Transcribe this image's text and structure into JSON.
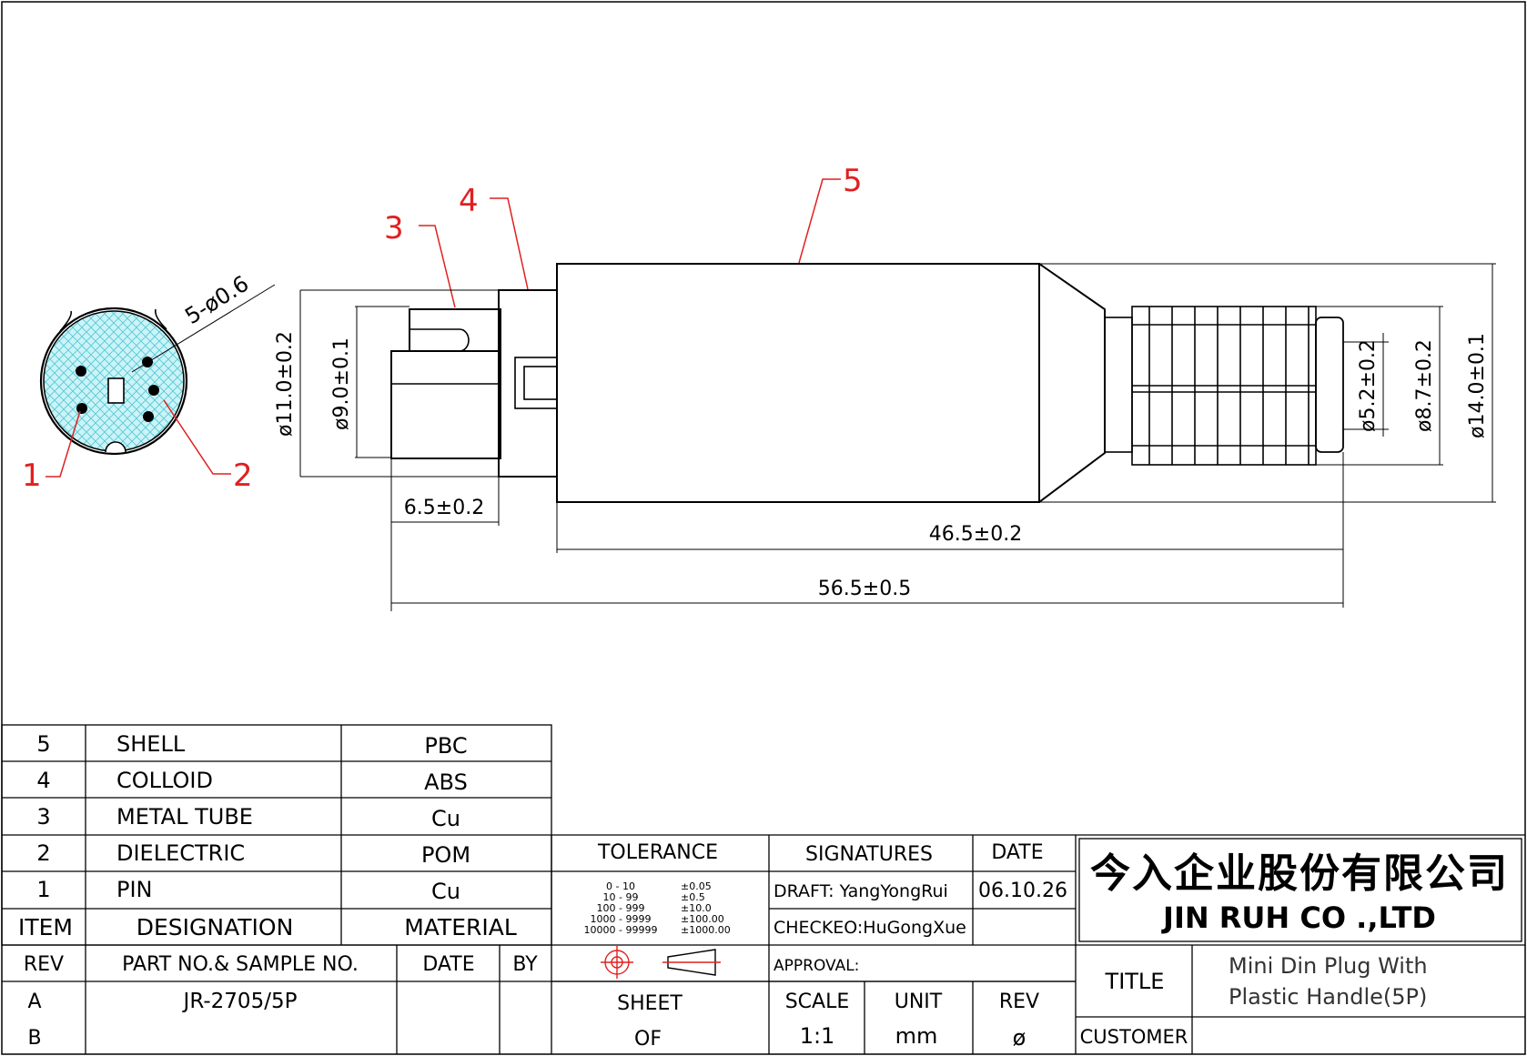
{
  "callouts": {
    "c1": "1",
    "c2": "2",
    "c3": "3",
    "c4": "4",
    "c5": "5"
  },
  "dimensions": {
    "pin_holes": "5-ø0.6",
    "d_outer": "ø11.0±0.2",
    "d_inner": "ø9.0±0.1",
    "len_tip": "6.5±0.2",
    "len_body": "46.5±0.2",
    "len_total": "56.5±0.5",
    "d_cable": "ø5.2±0.2",
    "d_grip": "ø8.7±0.2",
    "d_shell": "ø14.0±0.1"
  },
  "bom": {
    "rows": [
      {
        "item": "5",
        "designation": "SHELL",
        "material": "PBC"
      },
      {
        "item": "4",
        "designation": "COLLOID",
        "material": "ABS"
      },
      {
        "item": "3",
        "designation": "METAL TUBE",
        "material": "Cu"
      },
      {
        "item": "2",
        "designation": "DIELECTRIC",
        "material": "POM"
      },
      {
        "item": "1",
        "designation": "PIN",
        "material": "Cu"
      }
    ],
    "headers": {
      "item": "ITEM",
      "designation": "DESIGNATION",
      "material": "MATERIAL"
    }
  },
  "revision": {
    "headers": {
      "rev": "REV",
      "part": "PART NO.& SAMPLE NO.",
      "date": "DATE",
      "by": "BY"
    },
    "rows": [
      {
        "rev": "A",
        "part": "JR-2705/5P",
        "date": "",
        "by": ""
      },
      {
        "rev": "B",
        "part": "",
        "date": "",
        "by": ""
      }
    ]
  },
  "tolerance": {
    "title": "TOLERANCE",
    "ranges": [
      "0  -  10",
      "10  -  99",
      "100  -  999",
      "1000  -  9999",
      "10000  -  99999"
    ],
    "values": [
      "±0.05",
      "±0.5",
      "±10.0",
      "±100.00",
      "±1000.00"
    ]
  },
  "signatures": {
    "title": "SIGNATURES",
    "date_header": "DATE",
    "draft": "DRAFT: YangYongRui",
    "draft_date": "06.10.26",
    "checked": "CHECKEO:HuGongXue",
    "approval": "APPROVAL:"
  },
  "sheet": {
    "sheet": "SHEET",
    "of": "OF"
  },
  "scale": {
    "scale_label": "SCALE",
    "unit_label": "UNIT",
    "rev_label": "REV",
    "scale": "1:1",
    "unit": "mm",
    "rev": "ø"
  },
  "company": {
    "chinese": "今入企业股份有限公司",
    "english": "JIN  RUH  CO .,LTD"
  },
  "title_block": {
    "title_label": "TITLE",
    "title_line1": "Mini  Din  Plug  With",
    "title_line2": "Plastic  Handle(5P)",
    "customer_label": "CUSTOMER",
    "customer": ""
  },
  "colors": {
    "callout": "#e02020",
    "hatch": "#6fd8e0",
    "line": "#000000"
  }
}
